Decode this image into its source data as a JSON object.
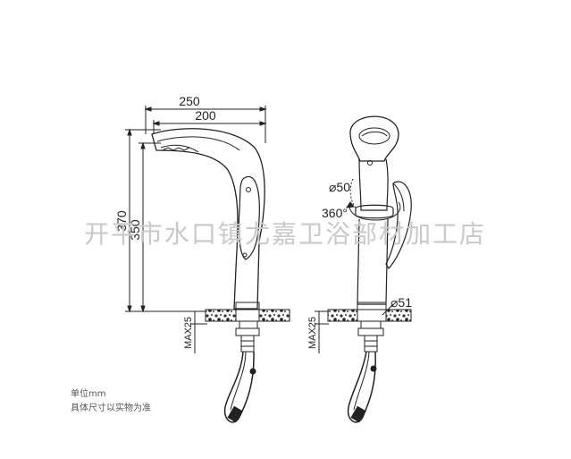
{
  "dimensions": {
    "width_total": "250",
    "width_spout": "200",
    "height_total": "370",
    "height_spout": "350",
    "max_left": "MAX25",
    "max_right": "MAX25",
    "diameter_head": "⌀50",
    "rotation": "360°",
    "diameter_base": "⌀51"
  },
  "notes": {
    "unit": "单位mm",
    "disclaimer": "具体尺寸以实物为准"
  },
  "watermark": "开平市水口镇尤嘉卫浴部材加工店"
}
